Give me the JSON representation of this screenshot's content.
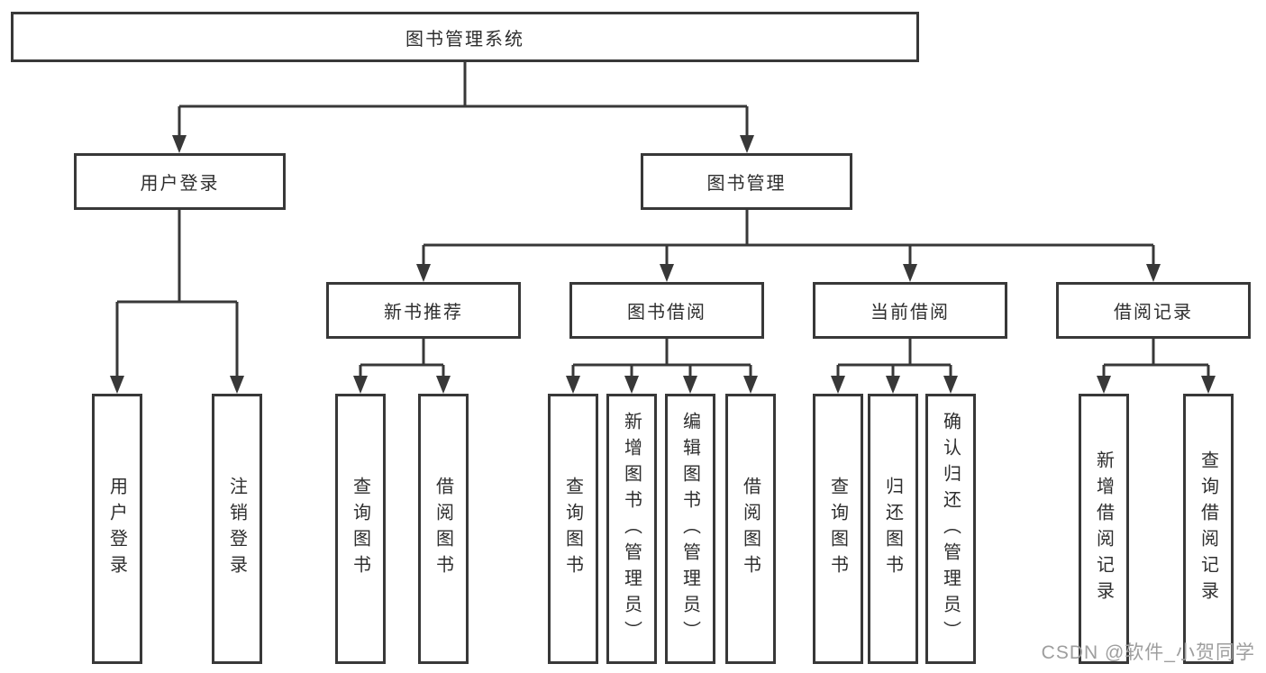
{
  "diagram_type": "hierarchy-tree",
  "tree": {
    "label": "图书管理系统",
    "children": [
      {
        "label": "用户登录",
        "children": [
          {
            "label": "用户登录"
          },
          {
            "label": "注销登录"
          }
        ]
      },
      {
        "label": "图书管理",
        "children": [
          {
            "label": "新书推荐",
            "children": [
              {
                "label": "查询图书"
              },
              {
                "label": "借阅图书"
              }
            ]
          },
          {
            "label": "图书借阅",
            "children": [
              {
                "label": "查询图书"
              },
              {
                "label": "新增图书（管理员）"
              },
              {
                "label": "编辑图书（管理员）"
              },
              {
                "label": "借阅图书"
              }
            ]
          },
          {
            "label": "当前借阅",
            "children": [
              {
                "label": "查询图书"
              },
              {
                "label": "归还图书"
              },
              {
                "label": "确认归还（管理员）"
              }
            ]
          },
          {
            "label": "借阅记录",
            "children": [
              {
                "label": "新增借阅记录"
              },
              {
                "label": "查询借阅记录"
              }
            ]
          }
        ]
      }
    ]
  },
  "watermark": "CSDN @软件_小贺同学",
  "colors": {
    "line": "#383838",
    "box_border": "#383838",
    "text": "#2e2e2e",
    "watermark": "#9e9e9e",
    "background": "#ffffff"
  }
}
